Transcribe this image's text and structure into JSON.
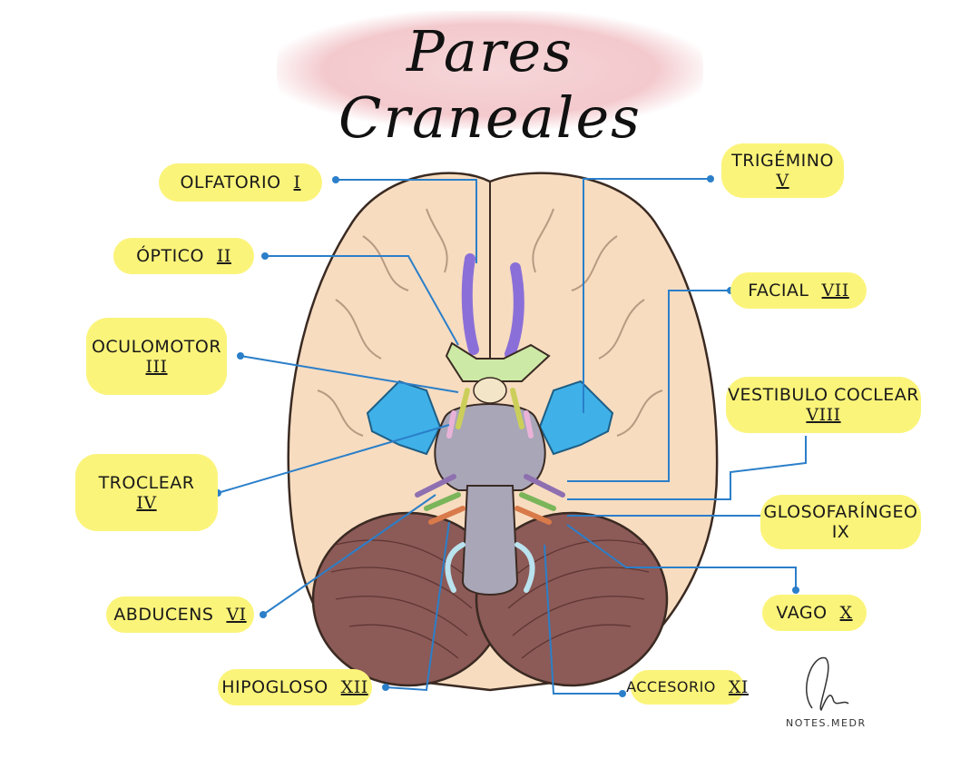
{
  "title": "Pares Craneales",
  "nerves": [
    {
      "id": "olfatorio",
      "name": "OLFATORIO",
      "numeral": "I"
    },
    {
      "id": "optico",
      "name": "ÓPTICO",
      "numeral": "II"
    },
    {
      "id": "oculomotor",
      "name": "OCULOMOTOR",
      "numeral": "III"
    },
    {
      "id": "troclear",
      "name": "TROCLEAR",
      "numeral": "IV"
    },
    {
      "id": "trigemino",
      "name": "TRIGÉMINO",
      "numeral": "V"
    },
    {
      "id": "abducens",
      "name": "ABDUCENS",
      "numeral": "VI"
    },
    {
      "id": "facial",
      "name": "FACIAL",
      "numeral": "VII"
    },
    {
      "id": "vestibulococlear",
      "name": "VESTIBULO COCLEAR",
      "numeral": "VIII"
    },
    {
      "id": "glosofaringeo",
      "name": "GLOSOFARÍNGEO",
      "numeral": "IX"
    },
    {
      "id": "vago",
      "name": "VAGO",
      "numeral": "X"
    },
    {
      "id": "accesorio",
      "name": "ACCESORIO",
      "numeral": "XI"
    },
    {
      "id": "hipogloso",
      "name": "HIPOGLOSO",
      "numeral": "XII"
    }
  ],
  "signature": "NOTES.MEDR",
  "colors": {
    "label_bg": "#fbf47a",
    "leader": "#2b7fc9",
    "brain": "#f7dcc0",
    "cerebellum": "#8c5a57",
    "brainstem": "#a9a6b8",
    "vessel": "#3fb1e8"
  }
}
